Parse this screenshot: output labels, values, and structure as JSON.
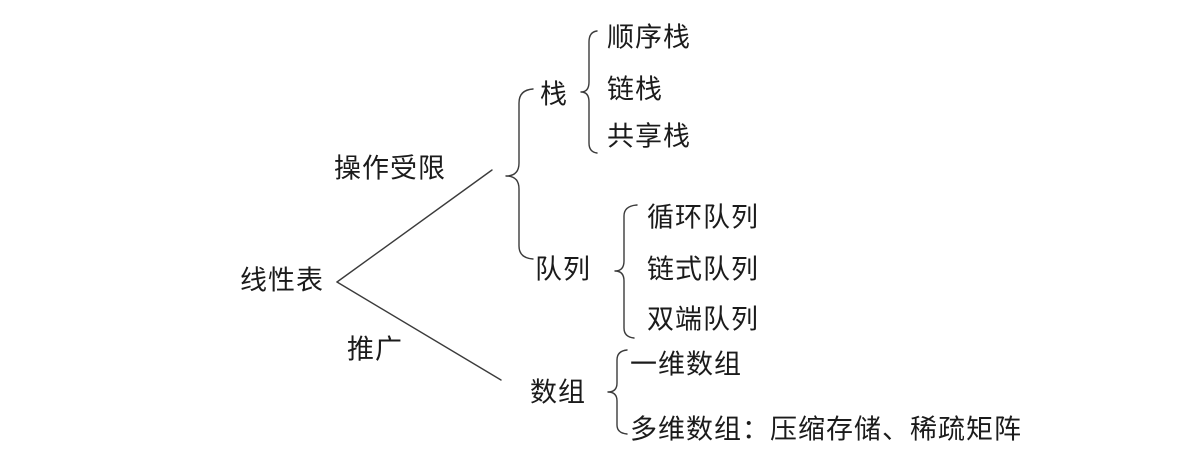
{
  "figure": {
    "root_label": "线性表",
    "branches": [
      {
        "edge_label": "操作受限",
        "nodes": [
          {
            "label": "栈",
            "children": [
              "顺序栈",
              "链栈",
              "共享栈"
            ]
          },
          {
            "label": "队列",
            "children": [
              "循环队列",
              "链式队列",
              "双端队列"
            ]
          }
        ]
      },
      {
        "edge_label": "推广",
        "nodes": [
          {
            "label": "数组",
            "children": [
              "一维数组",
              "多维数组：压缩存储、稀疏矩阵"
            ]
          }
        ]
      }
    ]
  },
  "colors": {
    "background": "#ffffff",
    "line": "#3b3b3b",
    "text": "#1b1b1b"
  }
}
